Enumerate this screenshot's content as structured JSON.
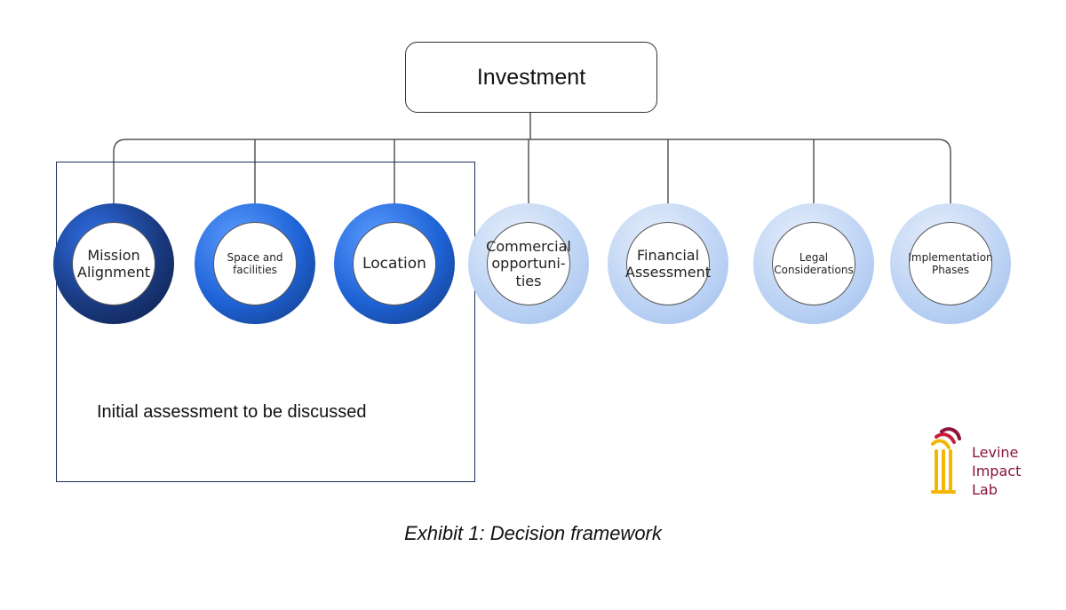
{
  "root": {
    "label": "Investment"
  },
  "group": {
    "label": "Initial assessment to be discussed"
  },
  "nodes": [
    {
      "id": "mission-alignment",
      "lines": [
        "Mission",
        "Alignment"
      ],
      "ring": "dark"
    },
    {
      "id": "space-and-facilities",
      "lines": [
        "Space and",
        "facilities"
      ],
      "ring": "blue"
    },
    {
      "id": "location",
      "lines": [
        "Location"
      ],
      "ring": "blue"
    },
    {
      "id": "commercial-opportunities",
      "lines": [
        "Commercial",
        "opportuni-",
        "ties"
      ],
      "ring": "light"
    },
    {
      "id": "financial-assessment",
      "lines": [
        "Financial",
        "Assessment"
      ],
      "ring": "light"
    },
    {
      "id": "legal-considerations",
      "lines": [
        "Legal",
        "Considerations"
      ],
      "ring": "light"
    },
    {
      "id": "implementation-phases",
      "lines": [
        "Implementation",
        "Phases"
      ],
      "ring": "light"
    }
  ],
  "caption": "Exhibit 1: Decision framework",
  "logo": {
    "lines": [
      "Levine",
      "Impact",
      "Lab"
    ],
    "color": "#8a1538",
    "accent": "#f2b705"
  },
  "colors": {
    "dark_ring": "#1a3a80",
    "blue_ring": "#1e63d6",
    "light_ring": "#b8d0f3"
  }
}
